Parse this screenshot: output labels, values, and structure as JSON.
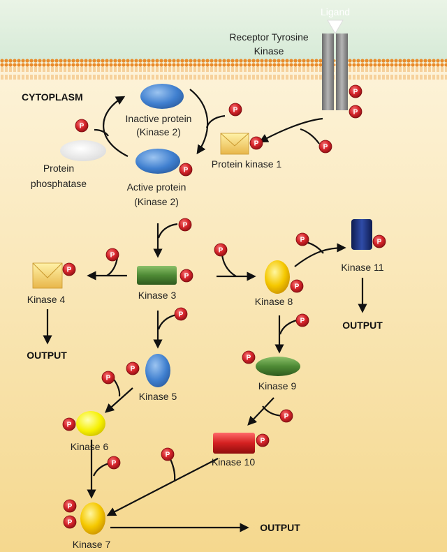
{
  "labels": {
    "ligand": "Ligand",
    "receptor_line1": "Receptor Tyrosine",
    "receptor_line2": "Kinase",
    "cytoplasm": "CYTOPLASM",
    "inactive_line1": "Inactive protein",
    "inactive_line2": "(Kinase 2)",
    "active_line1": "Active protein",
    "active_line2": "(Kinase 2)",
    "phosphatase_line1": "Protein",
    "phosphatase_line2": "phosphatase",
    "kinase1": "Protein kinase 1",
    "kinase3": "Kinase 3",
    "kinase4": "Kinase 4",
    "kinase5": "Kinase 5",
    "kinase6": "Kinase 6",
    "kinase7": "Kinase 7",
    "kinase8": "Kinase 8",
    "kinase9": "Kinase 9",
    "kinase10": "Kinase 10",
    "kinase11": "Kinase 11",
    "output": "OUTPUT",
    "phosphate": "P"
  },
  "colors": {
    "background_top": "#cfe8d4",
    "background_bottom": "#f6d98a",
    "membrane": "#e89a3a",
    "phosphate": "#d8262c",
    "kinase_blue": "#3f7fcf",
    "kinase_green": "#4e8a35",
    "kinase_yellow": "#f0c000",
    "kinase_red": "#d32020",
    "kinase_navy": "#1a2e7a"
  }
}
